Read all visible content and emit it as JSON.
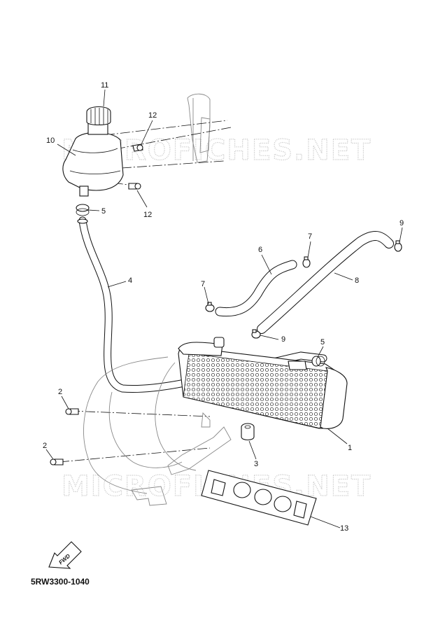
{
  "diagram_code": "5RW3300-1040",
  "watermark_text": "MICROFICHES.NET",
  "fwd_label": "FWD",
  "callouts": {
    "c1": "1",
    "c2a": "2",
    "c2b": "2",
    "c3": "3",
    "c4": "4",
    "c5a": "5",
    "c5b": "5",
    "c6": "6",
    "c7a": "7",
    "c7b": "7",
    "c8": "8",
    "c9a": "9",
    "c9b": "9",
    "c10": "10",
    "c11": "11",
    "c12a": "12",
    "c12b": "12",
    "c13": "13"
  }
}
